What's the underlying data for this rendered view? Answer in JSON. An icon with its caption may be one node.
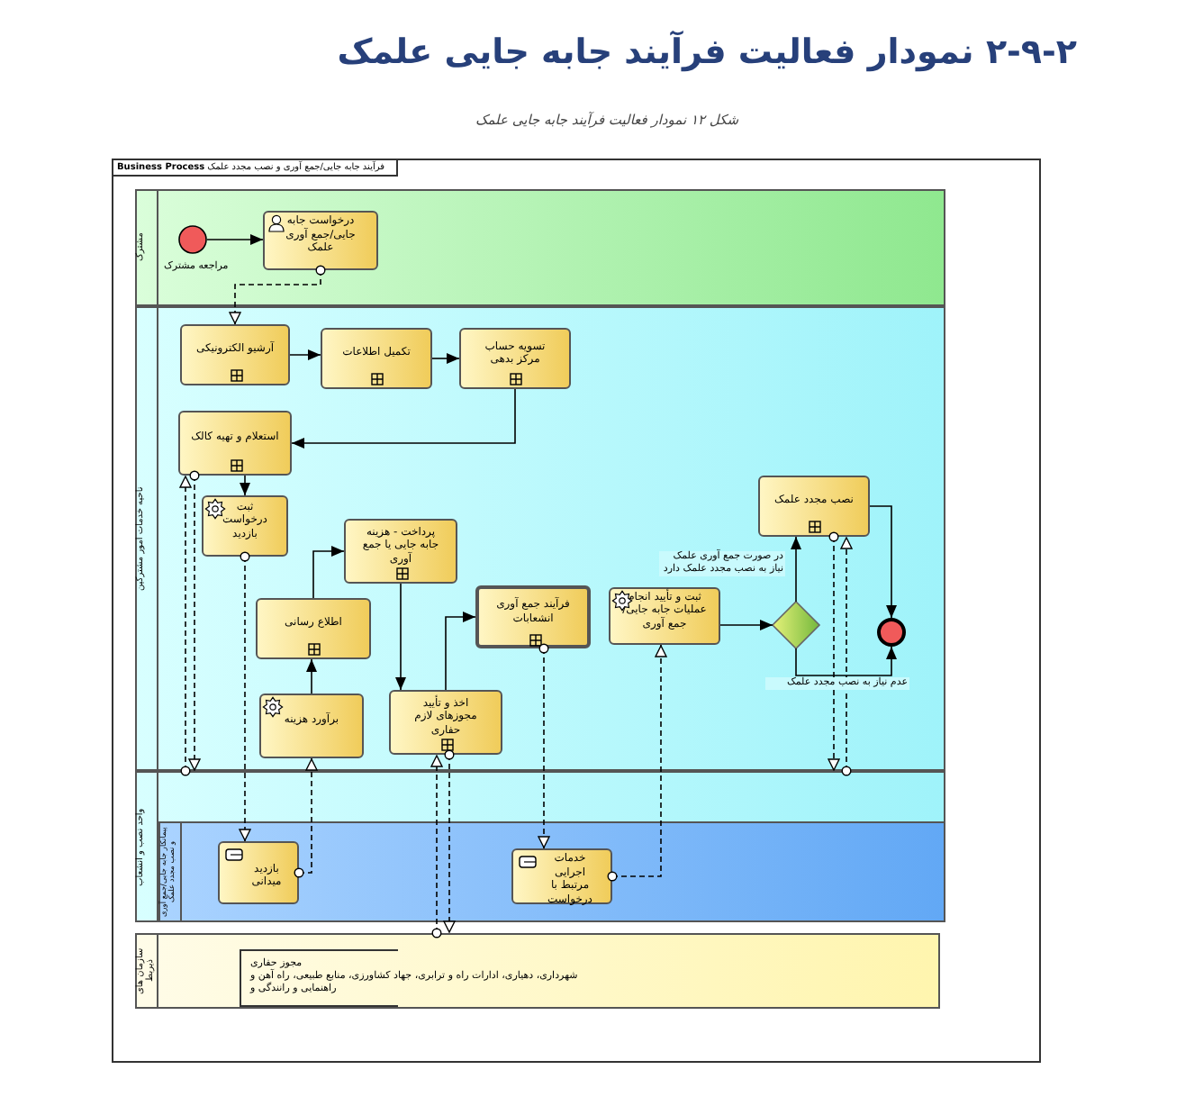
{
  "diagram": {
    "title": "۲-۹-۲ نمودار فعالیت فرآیند جابه جایی علمک",
    "caption": "شکل ۱۲ نمودار فعالیت فرآیند جابه جایی علمک",
    "nodes": [
      {
        "text": [
          "فرآیند جابه جایی/جمع آوری و نصب مجدد علمک",
          "Business Process"
        ]
      },
      {
        "text": [
          "مشترک"
        ],
        "in": 0
      },
      {
        "text": [
          "ناحیه خدمات امور مشترکین"
        ],
        "in": 0
      },
      {
        "text": [
          "واحد نصب و انشعاب"
        ],
        "in": 0
      },
      {
        "text": [
          "پیمانکار جابه جایی/جمع آوری و نصب مجدد علمک"
        ],
        "in": 3
      },
      {
        "text": [
          "سازمان های ذیربط"
        ],
        "in": 0
      },
      {
        "text": [],
        "shape": "circle",
        "beside": [
          "مراجعه مشترک"
        ],
        "in": 1
      },
      {
        "text": [
          "درخواست جابه جایی/جمع آوری علمک"
        ],
        "in": 1
      },
      {
        "text": [
          "آرشیو الکترونیکی"
        ],
        "in": 2
      },
      {
        "text": [
          "تکمیل اطلاعات"
        ],
        "in": 2
      },
      {
        "text": [
          "تسویه حساب مرکز بدهی"
        ],
        "in": 2
      },
      {
        "text": [
          "استعلام و تهیه کالک"
        ],
        "in": 2
      },
      {
        "text": [
          "ثبت درخواست بازدید"
        ],
        "in": 2
      },
      {
        "text": [
          "اطلاع رسانی"
        ],
        "in": 2
      },
      {
        "text": [
          "پرداخت - هزینه جابه جایی یا جمع آوری"
        ],
        "in": 2
      },
      {
        "text": [
          "برآورد هزینه"
        ],
        "in": 2
      },
      {
        "text": [
          "اخذ و تأیید مجوزهای لازم حفاری"
        ],
        "in": 2
      },
      {
        "text": [
          "فرآیند جمع آوری انشعابات"
        ],
        "in": 2
      },
      {
        "text": [
          "ثبت و تأیید انجام عملیات جابه جایی/جمع آوری"
        ],
        "in": 2
      },
      {
        "text": [],
        "shape": "diamond",
        "in": 2
      },
      {
        "text": [
          "نصب مجدد علمک"
        ],
        "in": 2
      },
      {
        "text": [],
        "shape": "circle",
        "in": 2
      },
      {
        "text": [
          "بازدید میدانی"
        ],
        "in": 4
      },
      {
        "text": [
          "خدمات اجرایی مرتبط با درخواست"
        ],
        "in": 4
      },
      {
        "text": [
          "مجوز حفاری",
          "شهرداری، دهیاری، ادارات راه و ترابری، جهاد کشاورزی، منابع طبیعی، راه آهن و راهنمایی و رانندگی و"
        ],
        "in": 5
      }
    ],
    "edges": [
      {
        "from": 6,
        "to": 7,
        "arrow": "to"
      },
      {
        "from": 7,
        "to": 8,
        "arrow": "to",
        "style": "dashed"
      },
      {
        "from": 8,
        "to": 9,
        "arrow": "to"
      },
      {
        "from": 9,
        "to": 10,
        "arrow": "to"
      },
      {
        "from": 10,
        "to": 11,
        "arrow": "to"
      },
      {
        "from": 11,
        "to": 12,
        "arrow": "to"
      },
      {
        "from": 15,
        "to": 13,
        "arrow": "to"
      },
      {
        "from": 13,
        "to": 14,
        "arrow": "to"
      },
      {
        "from": 14,
        "to": 16,
        "arrow": "to"
      },
      {
        "from": 16,
        "to": 17,
        "arrow": "to"
      },
      {
        "from": 18,
        "to": 19,
        "arrow": "to"
      },
      {
        "from": 19,
        "to": 20,
        "arrow": "to",
        "label": "در صورت جمع آوری علمک نیاز به نصب مجدد علمک دارد"
      },
      {
        "from": 19,
        "to": 21,
        "arrow": "to",
        "label": "عدم نیاز به نصب مجدد علمک"
      },
      {
        "from": 20,
        "to": 21,
        "arrow": "to"
      },
      {
        "from": 12,
        "to": 22,
        "arrow": "to",
        "style": "dashed"
      },
      {
        "from": 22,
        "to": 15,
        "arrow": "to",
        "style": "dashed"
      },
      {
        "from": 11,
        "to": 3,
        "arrow": "to",
        "style": "dashed"
      },
      {
        "from": 3,
        "to": 11,
        "arrow": "to",
        "style": "dashed"
      },
      {
        "from": 5,
        "to": 16,
        "arrow": "to",
        "style": "dashed"
      },
      {
        "from": 16,
        "to": 5,
        "arrow": "to",
        "style": "dashed"
      },
      {
        "from": 17,
        "to": 23,
        "arrow": "to",
        "style": "dashed"
      },
      {
        "from": 23,
        "to": 18,
        "arrow": "to",
        "style": "dashed"
      },
      {
        "from": 20,
        "to": 3,
        "arrow": "to",
        "style": "dashed"
      },
      {
        "from": 3,
        "to": 20,
        "arrow": "to",
        "style": "dashed"
      }
    ]
  }
}
